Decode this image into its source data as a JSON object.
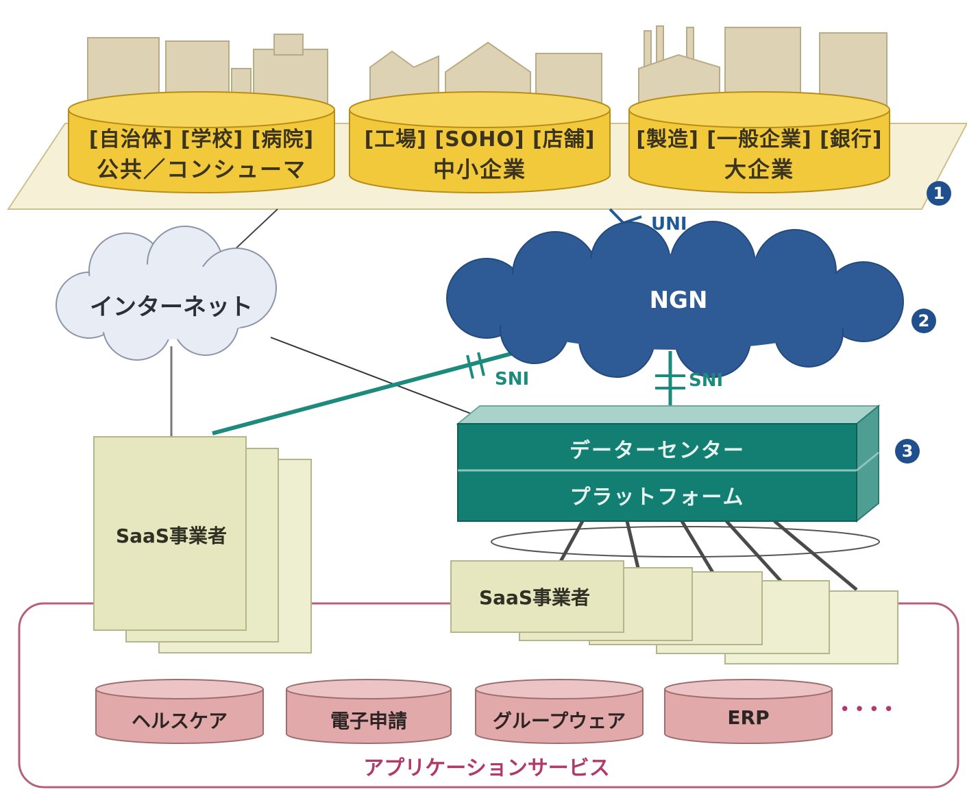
{
  "segments": [
    {
      "label": "[自治体] [学校] [病院]",
      "title": "公共／コンシューマ"
    },
    {
      "label": "[工場] [SOHO] [店舗]",
      "title": "中小企業"
    },
    {
      "label": "[製造] [一般企業] [銀行]",
      "title": "大企業"
    }
  ],
  "numbers": {
    "n1": "1",
    "n2": "2",
    "n3": "3"
  },
  "internet": "インターネット",
  "ngn": "NGN",
  "uni": "UNI",
  "sni_left": "SNI",
  "sni_right": "SNI",
  "datacenter": "データーセンター",
  "platform": "プラットフォーム",
  "saas_left": "SaaS事業者",
  "saas_right": "SaaS事業者",
  "apps": [
    "ヘルスケア",
    "電子申請",
    "グループウェア",
    "ERP"
  ],
  "ellipsis": "••••",
  "app_service": "アプリケーションサービス",
  "colors": {
    "segment_gold": "#f1c93a",
    "platform_plane": "#f6f0d6",
    "ngn_blue": "#2e5b95",
    "internet_cloud": "#e7ecf5",
    "teal": "#137e72",
    "sni_line": "#1d8a7e",
    "saas_box": "#e6e7bf",
    "app_db": "#e2a9aa",
    "app_border": "#b65f78",
    "app_text": "#b03a6b"
  }
}
